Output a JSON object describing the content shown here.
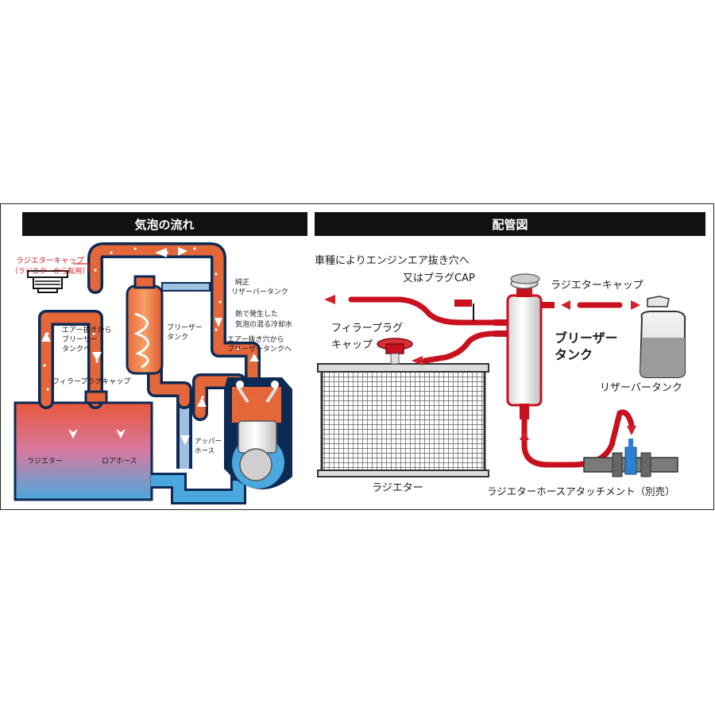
{
  "left_panel": {
    "header": "気泡の流れ",
    "labels": {
      "radiator_cap_1": "ラジエターキャップ",
      "radiator_cap_2": "（ラジエターから転用）",
      "genuine_1": "純正",
      "genuine_2": "リザーバータンク",
      "bubble_1": "熱で発生した",
      "bubble_2": "気泡の混る冷却水",
      "air_hole_1": "エアー抜き穴から",
      "air_hole_2": "ブリーザータンクへ",
      "air_left_1": "エアー抜きから",
      "air_left_2": "ブリーザー",
      "air_left_3": "タンクへ",
      "breather_1": "ブリーザー",
      "breather_2": "タンク",
      "filler_cap": "フィラープラグキャップ",
      "radiator": "ラジエター",
      "lower_hose": "ロアホース",
      "upper_1": "アッパー",
      "upper_2": "ホース"
    }
  },
  "right_panel": {
    "header": "配管図",
    "labels": {
      "vehicle_1": "車種によりエンジンエア抜き穴へ",
      "vehicle_2": "又はプラグCAP",
      "radiator_cap": "ラジエターキャップ",
      "filler_1": "フィラープラグ",
      "filler_2": "キャップ",
      "breather_1": "ブリーザー",
      "breather_2": "タンク",
      "reserve_tank": "リザーバータンク",
      "radiator": "ラジエター",
      "attachment": "ラジエターホースアタッチメント（別売）"
    }
  },
  "colors": {
    "hose_red": "#c8101e",
    "bubble_orange": "#e4673a",
    "coolant_blue": "#4aa8de",
    "header_black": "#111111"
  }
}
